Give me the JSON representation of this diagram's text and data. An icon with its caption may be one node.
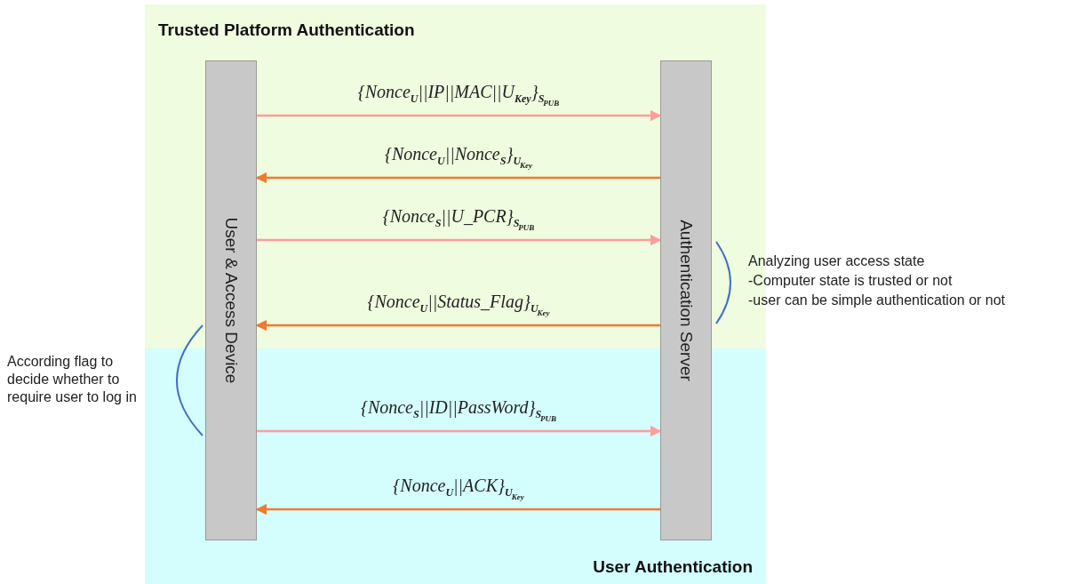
{
  "diagram": {
    "nodes": [
      {
        "text": [
          "User & Access Device"
        ]
      },
      {
        "text": [
          "Authentication Server"
        ]
      }
    ],
    "edges": [
      {
        "from": 0,
        "to": 1,
        "arrow": "to",
        "label": "{Nonce$_{U}$||IP||MAC||U$_{Key}$}$_{S}$$_{PUB}$",
        "color": "#ff9c9c"
      },
      {
        "from": 1,
        "to": 0,
        "arrow": "to",
        "label": "{Nonce$_{U}$||Nonce$_{S}$}$_{U}$$_{Key}$",
        "color": "#f07a2e"
      },
      {
        "from": 0,
        "to": 1,
        "arrow": "to",
        "label": "{Nonce$_{S}$||U_PCR}$_{S}$$_{PUB}$",
        "color": "#ff9c9c"
      },
      {
        "from": 1,
        "to": 0,
        "arrow": "to",
        "label": "{Nonce$_{U}$||Status_Flag}$_{U}$$_{Key}$",
        "color": "#f07a2e"
      },
      {
        "from": 0,
        "to": 1,
        "arrow": "to",
        "label": "{Nonce$_{S}$||ID||PassWord}$_{S}$$_{PUB}$",
        "color": "#ff9c9c"
      },
      {
        "from": 1,
        "to": 0,
        "arrow": "to",
        "label": "{Nonce$_{U}$||ACK}$_{U}$$_{Key}$",
        "color": "#f07a2e"
      }
    ],
    "labels": [
      "Trusted Platform Authentication",
      "Analyzing user access state",
      "-Computer state is trusted or not",
      "-user can be simple authentication or not",
      "According flag to decide whether to require user to log in",
      "User Authentication"
    ]
  }
}
